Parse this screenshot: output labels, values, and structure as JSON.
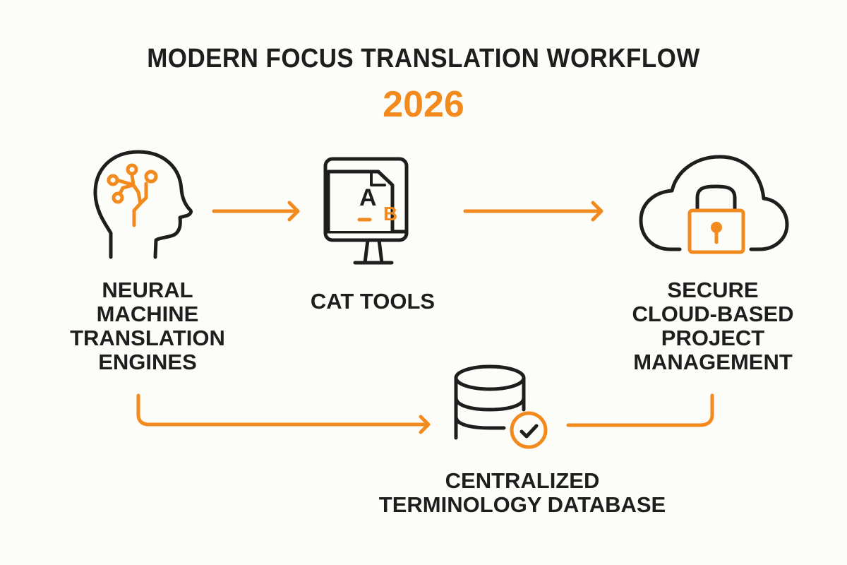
{
  "header": {
    "title": "MODERN FOCUS TRANSLATION WORKFLOW",
    "year": "2026"
  },
  "colors": {
    "accent": "#f28a1e",
    "ink": "#1e1e1e",
    "background": "#fcfcf9"
  },
  "nodes": [
    {
      "id": "nmt",
      "icon": "head-circuit-icon",
      "label_lines": [
        "NEURAL",
        "MACHINE",
        "TRANSLATION",
        "ENGINES"
      ]
    },
    {
      "id": "cat",
      "icon": "monitor-document-ab-icon",
      "label_lines": [
        "CAT TOOLS"
      ]
    },
    {
      "id": "cloud",
      "icon": "cloud-lock-icon",
      "label_lines": [
        "SECURE",
        "CLOUD-BASED",
        "PROJECT",
        "MANAGEMENT"
      ]
    },
    {
      "id": "termdb",
      "icon": "database-check-icon",
      "label_lines": [
        "CENTRALIZED",
        "TERMINOLOGY DATABASE"
      ]
    }
  ],
  "edges": [
    {
      "from": "nmt",
      "to": "cat",
      "type": "arrow"
    },
    {
      "from": "cat",
      "to": "cloud",
      "type": "arrow"
    },
    {
      "from": "nmt",
      "to": "termdb",
      "type": "elbow-arrow"
    },
    {
      "from": "cloud",
      "to": "termdb",
      "type": "elbow-line"
    }
  ],
  "icon_text": {
    "doc_letter_a": "A",
    "doc_letter_b": "B"
  }
}
